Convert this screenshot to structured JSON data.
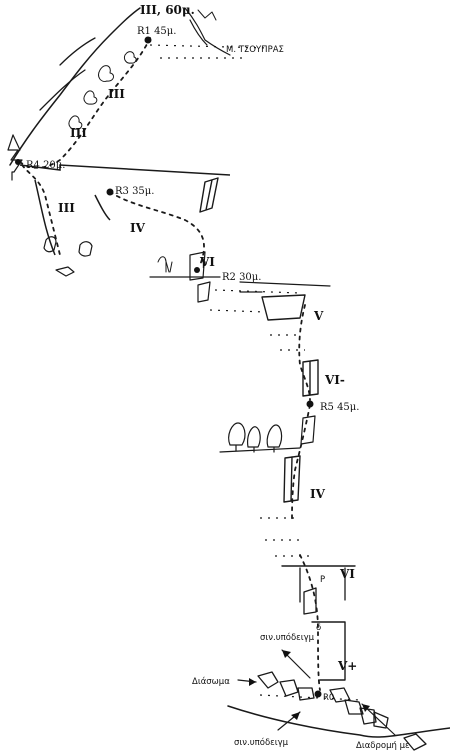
{
  "grades": {
    "p1": "V+",
    "p2": "VI",
    "p3": "IV",
    "p4": "VI-",
    "p5": "V",
    "p6": "VI",
    "p7": "IV",
    "p8": "III",
    "p9": "III",
    "p10": "III",
    "top": "III, 60μ."
  },
  "belays": {
    "r1": "R1 45μ.",
    "r2": "R2 30μ.",
    "r3": "R3 35μ.",
    "r4": "R4 20μ.",
    "r5": "R5 45μ.",
    "r0": "R0"
  },
  "labels": {
    "route_name": "Μ. ΤΣΟΥΠΡΑΣ",
    "descent_top": "σιν.υπόδειγμ",
    "descent_bottom": "σιν.υπόδειγμ",
    "traverse": "Διάσωμα",
    "approach": "Διαδρομή με",
    "peg_symbol": "P",
    "nut_symbol": "δ"
  }
}
